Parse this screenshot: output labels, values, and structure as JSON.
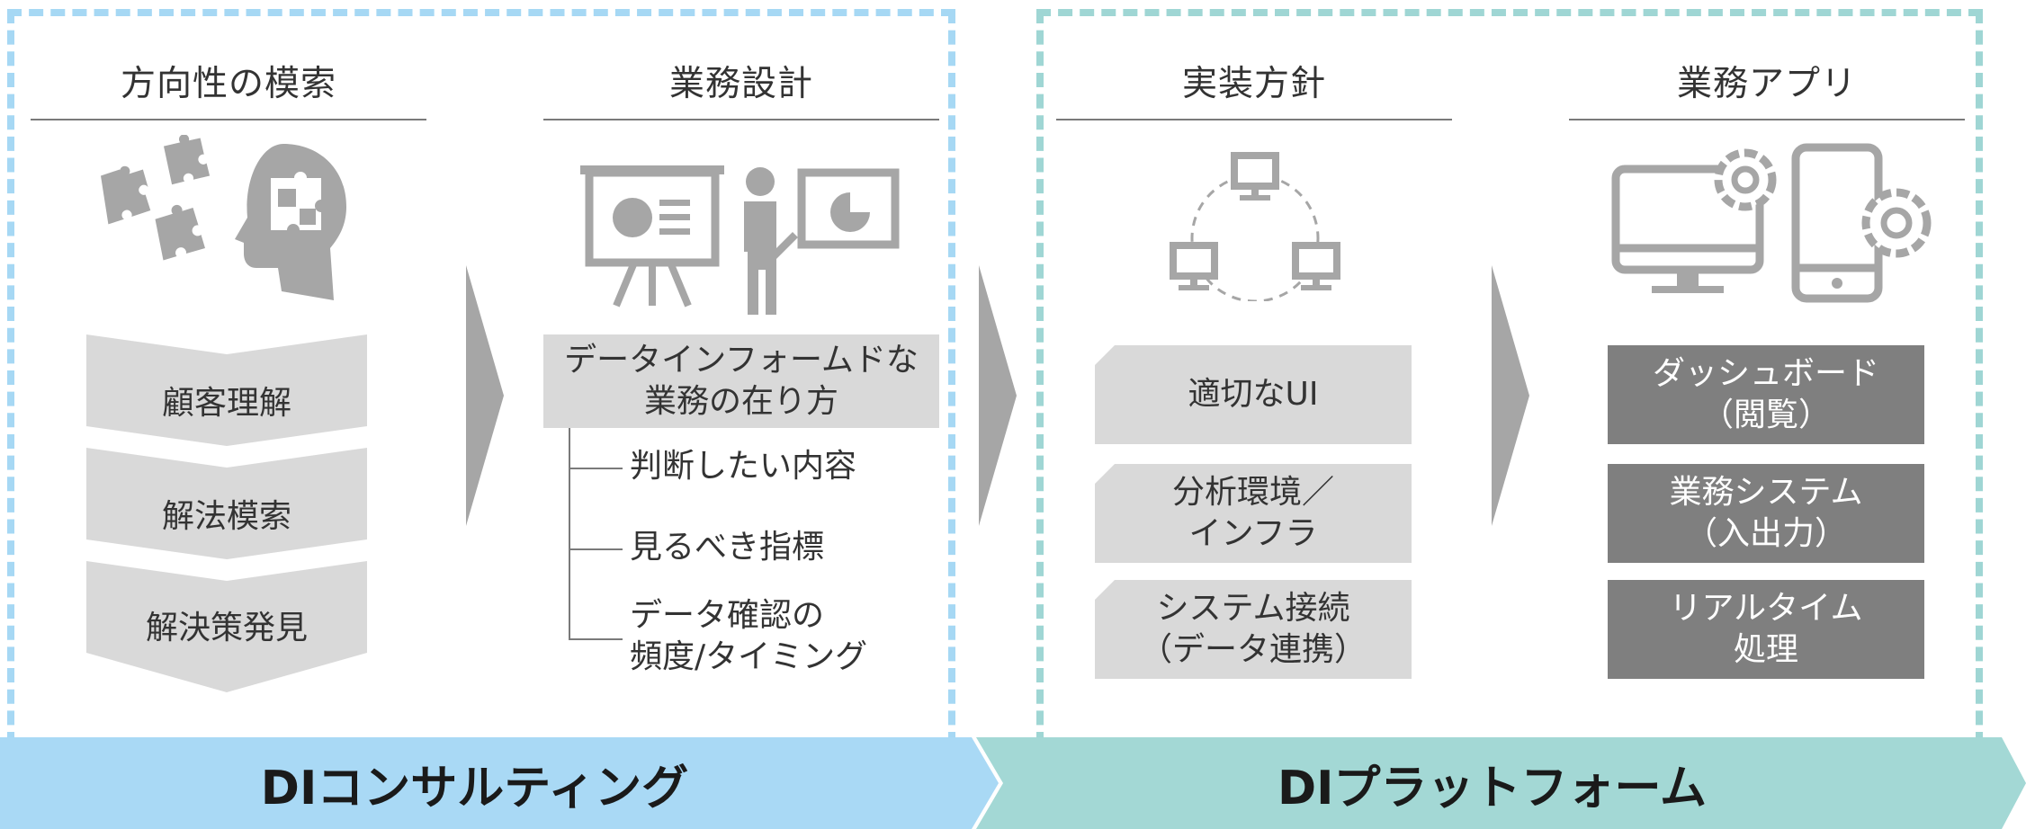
{
  "columns": [
    {
      "title": "方向性の模索"
    },
    {
      "title": "業務設計"
    },
    {
      "title": "実装方針"
    },
    {
      "title": "業務アプリ"
    }
  ],
  "exploration_steps": [
    "顧客理解",
    "解法模索",
    "解決策発見"
  ],
  "design": {
    "box": "データインフォームドな\n業務の在り方",
    "items": [
      "判断したい内容",
      "見るべき指標",
      "データ確認の\n頻度/タイミング"
    ]
  },
  "implementation_items": [
    "適切なUI",
    "分析環境／\nインフラ",
    "システム接続\n（データ連携）"
  ],
  "app_items": [
    "ダッシュボード\n（閲覧）",
    "業務システム\n（入出力）",
    "リアルタイム\n処理"
  ],
  "banners": {
    "left": "DIコンサルティング",
    "right": "DIプラットフォーム"
  },
  "colors": {
    "consulting": "#a9d9f5",
    "platform": "#a3d8d5",
    "box_light": "#d9d9d9",
    "box_dark": "#7f7f7f",
    "icon_gray": "#a6a6a6"
  },
  "icons": [
    "puzzle-head-icon",
    "presentation-icon",
    "network-icon",
    "devices-gear-icon",
    "step-arrow-icon"
  ]
}
